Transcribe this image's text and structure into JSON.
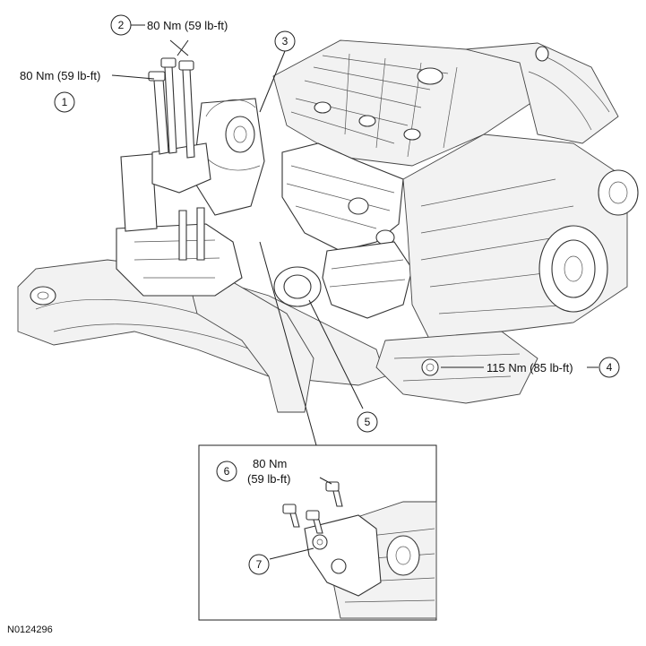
{
  "figure_id": "N0124296",
  "callouts": [
    {
      "number": "1",
      "torque": "80 Nm (59 lb-ft)"
    },
    {
      "number": "2",
      "torque": "80 Nm (59 lb-ft)"
    },
    {
      "number": "3",
      "torque": ""
    },
    {
      "number": "4",
      "torque": "115 Nm (85 lb-ft)"
    },
    {
      "number": "5",
      "torque": ""
    },
    {
      "number": "6",
      "torque_line1": "80 Nm",
      "torque_line2": "(59 lb-ft)"
    },
    {
      "number": "7",
      "torque": ""
    }
  ]
}
